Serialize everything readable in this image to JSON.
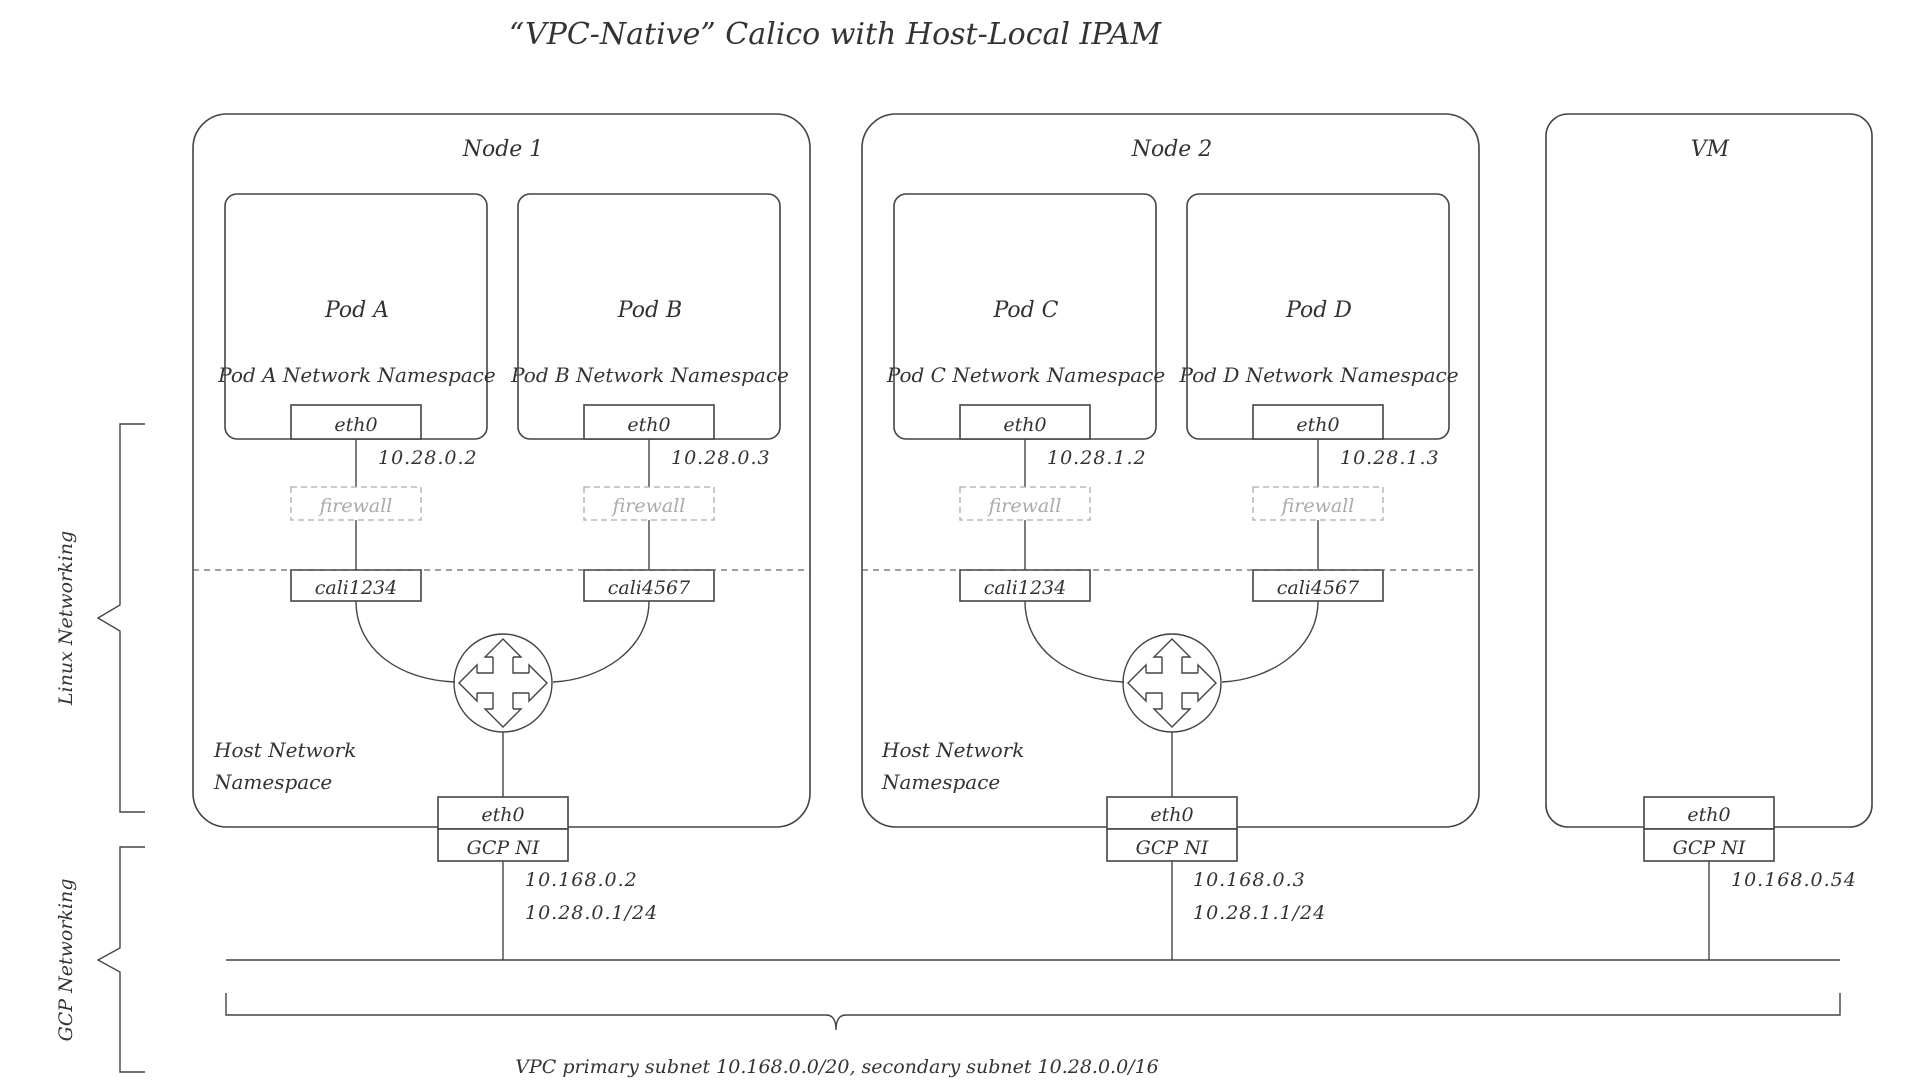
{
  "title": "“VPC-Native” Calico with Host-Local IPAM",
  "nodes": [
    {
      "label": "Node 1",
      "host_ns": [
        "Host Network",
        "Namespace"
      ],
      "eth0": "eth0",
      "gcp_ni": "GCP NI",
      "ips": [
        "10.168.0.2",
        "10.28.0.1/24"
      ],
      "pods": [
        {
          "label": "Pod A",
          "ns": "Pod A Network Namespace",
          "eth": "eth0",
          "ip": "10.28.0.2",
          "firewall": "firewall",
          "cali": "cali1234"
        },
        {
          "label": "Pod B",
          "ns": "Pod B Network Namespace",
          "eth": "eth0",
          "ip": "10.28.0.3",
          "firewall": "firewall",
          "cali": "cali4567"
        }
      ]
    },
    {
      "label": "Node 2",
      "host_ns": [
        "Host Network",
        "Namespace"
      ],
      "eth0": "eth0",
      "gcp_ni": "GCP NI",
      "ips": [
        "10.168.0.3",
        "10.28.1.1/24"
      ],
      "pods": [
        {
          "label": "Pod C",
          "ns": "Pod C Network Namespace",
          "eth": "eth0",
          "ip": "10.28.1.2",
          "firewall": "firewall",
          "cali": "cali1234"
        },
        {
          "label": "Pod D",
          "ns": "Pod D Network Namespace",
          "eth": "eth0",
          "ip": "10.28.1.3",
          "firewall": "firewall",
          "cali": "cali4567"
        }
      ]
    }
  ],
  "vm": {
    "label": "VM",
    "eth0": "eth0",
    "gcp_ni": "GCP NI",
    "ip": "10.168.0.54"
  },
  "side_labels": {
    "linux": "Linux Networking",
    "gcp": "GCP Networking"
  },
  "vpc_label": "VPC primary subnet 10.168.0.0/20, secondary subnet 10.28.0.0/16",
  "icons": {
    "router": "router-icon"
  }
}
